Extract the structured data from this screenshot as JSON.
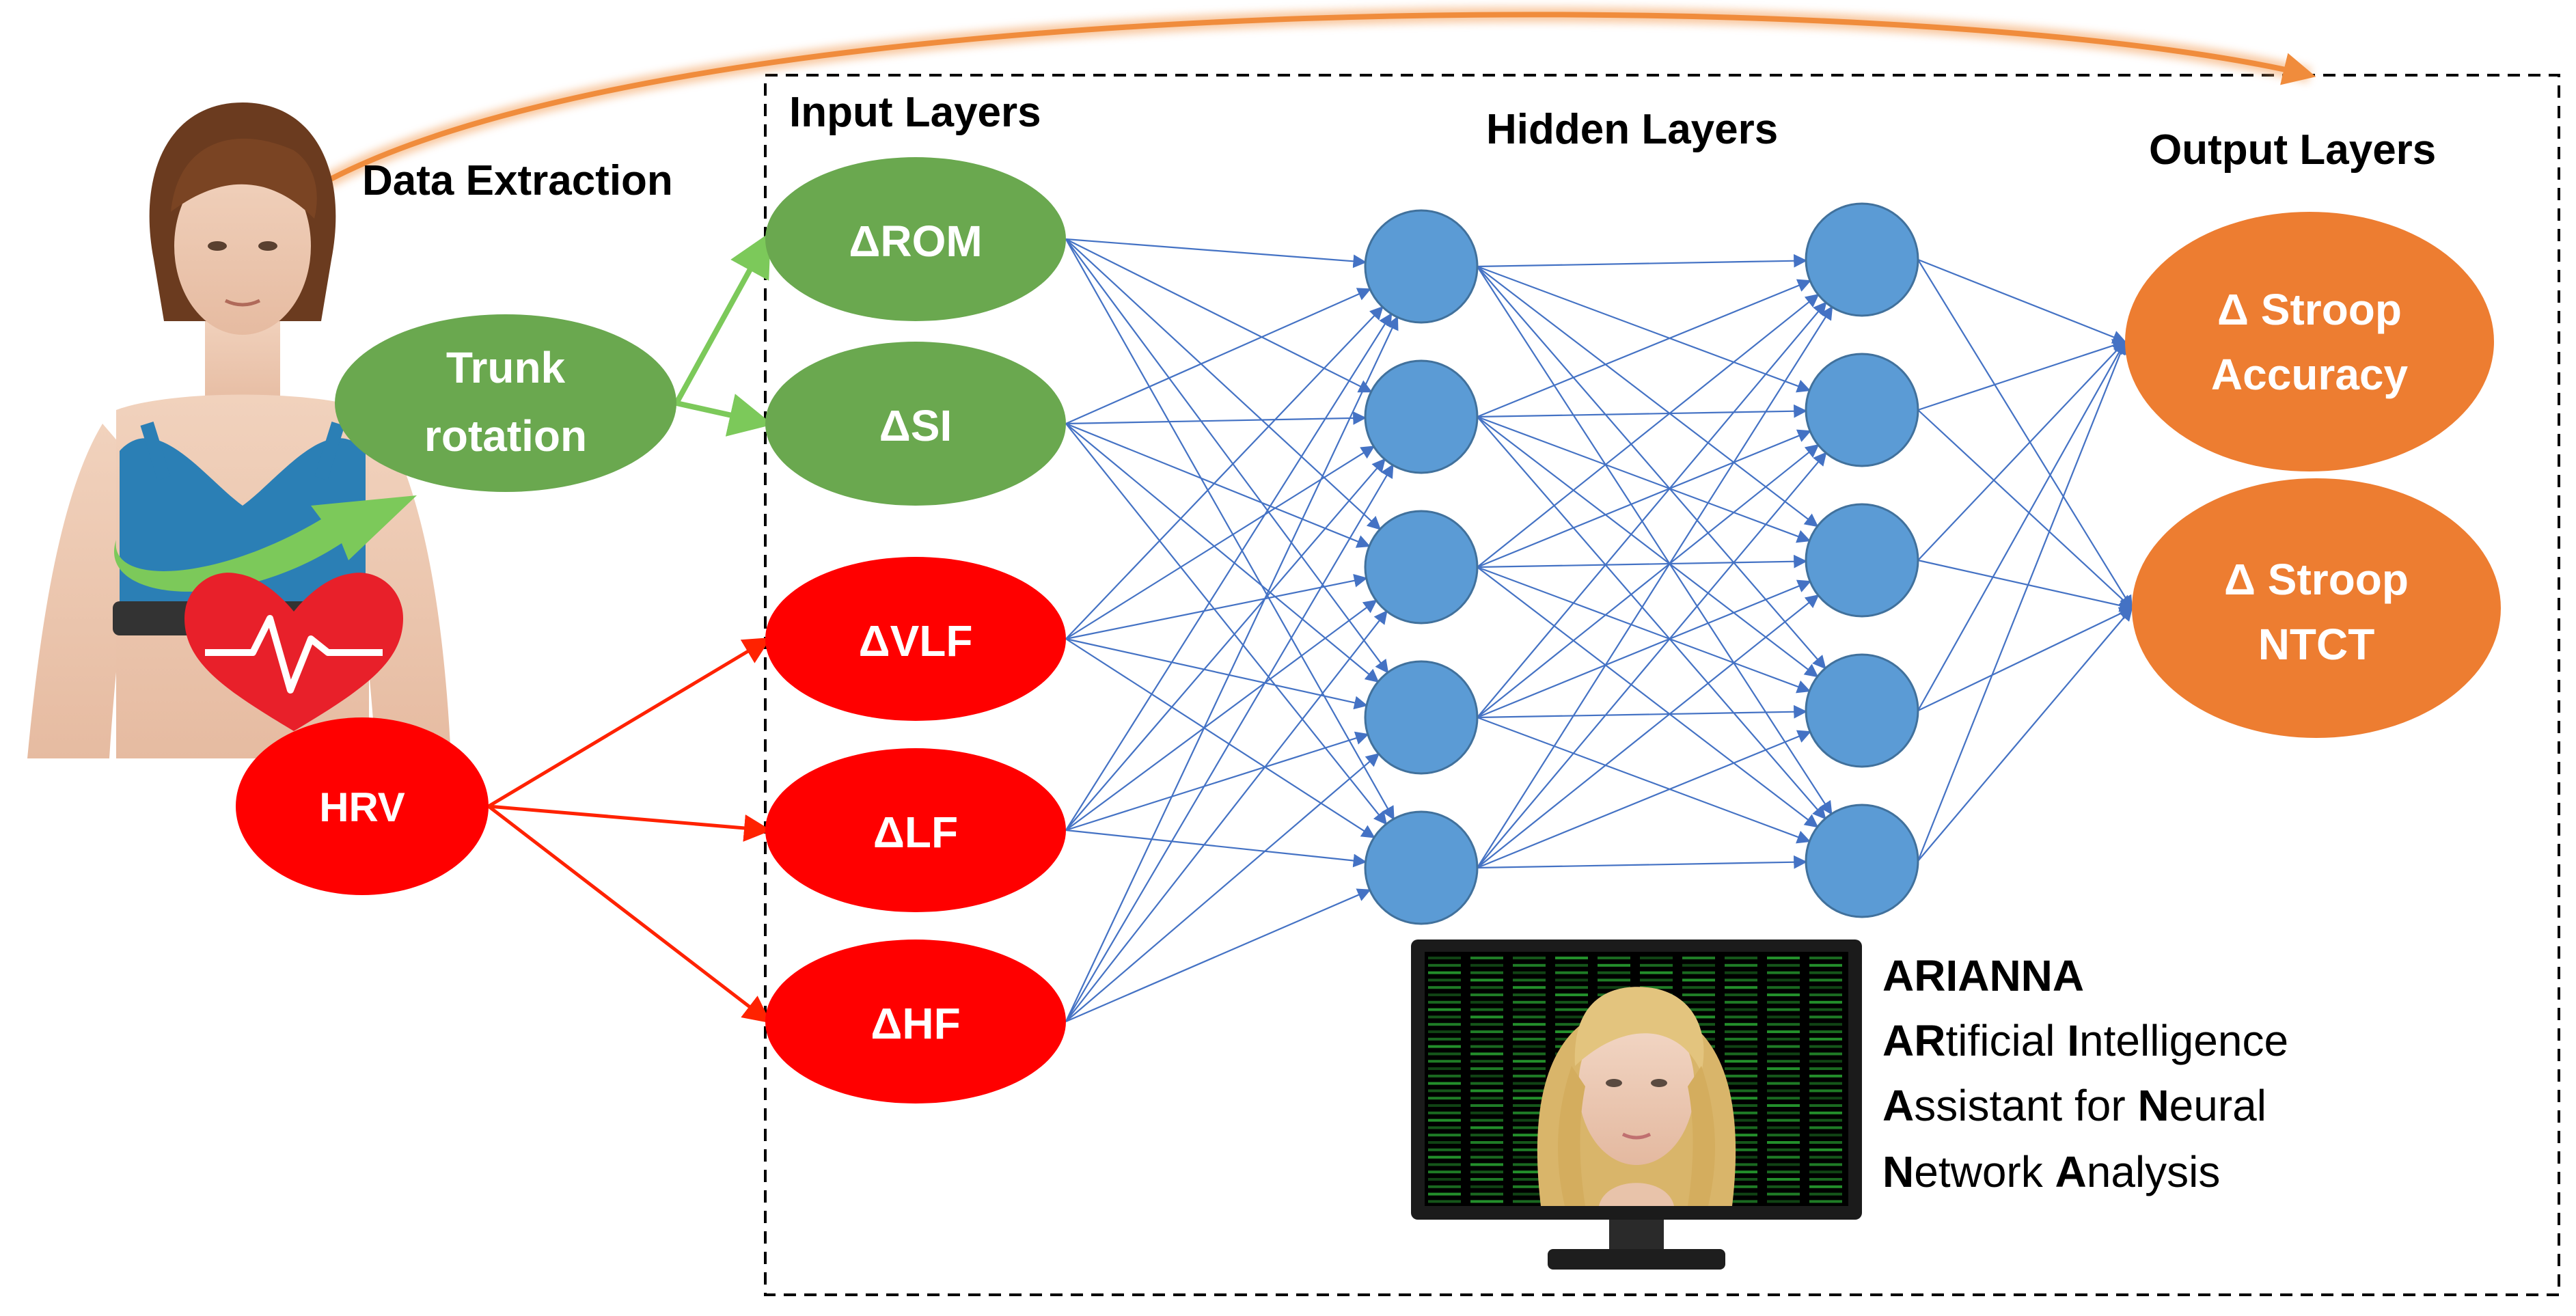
{
  "titles": {
    "data_extraction": "Data Extraction",
    "input_layers": "Input Layers",
    "hidden_layers": "Hidden Layers",
    "output_layers": "Output Layers"
  },
  "sensors": {
    "trunk": [
      "Trunk",
      "rotation"
    ],
    "hrv": "HRV"
  },
  "inputs": {
    "rom": "ΔROM",
    "si": "ΔSI",
    "vlf": "ΔVLF",
    "lf": "ΔLF",
    "hf": "ΔHF"
  },
  "outputs": {
    "accuracy": [
      "Δ Stroop",
      "Accuracy"
    ],
    "ntct": [
      "Δ Stroop",
      "NTCT"
    ]
  },
  "hidden": {
    "layer_count": 2,
    "neurons_per_layer": 5
  },
  "arianna": {
    "name": "ARIANNA",
    "line1": {
      "b1": "AR",
      "t1": "tificial ",
      "b2": "I",
      "t2": "ntelligence"
    },
    "line2": {
      "b1": "A",
      "t1": "ssistant for ",
      "b2": "N",
      "t2": "eural"
    },
    "line3": {
      "b1": "N",
      "t1": "etwork ",
      "b2": "A",
      "t2": "nalysis"
    }
  },
  "colors": {
    "green": "#6aa84f",
    "red": "#ff0000",
    "blue": "#5b9bd5",
    "orange": "#ed7d31",
    "edge": "#4472c4"
  }
}
